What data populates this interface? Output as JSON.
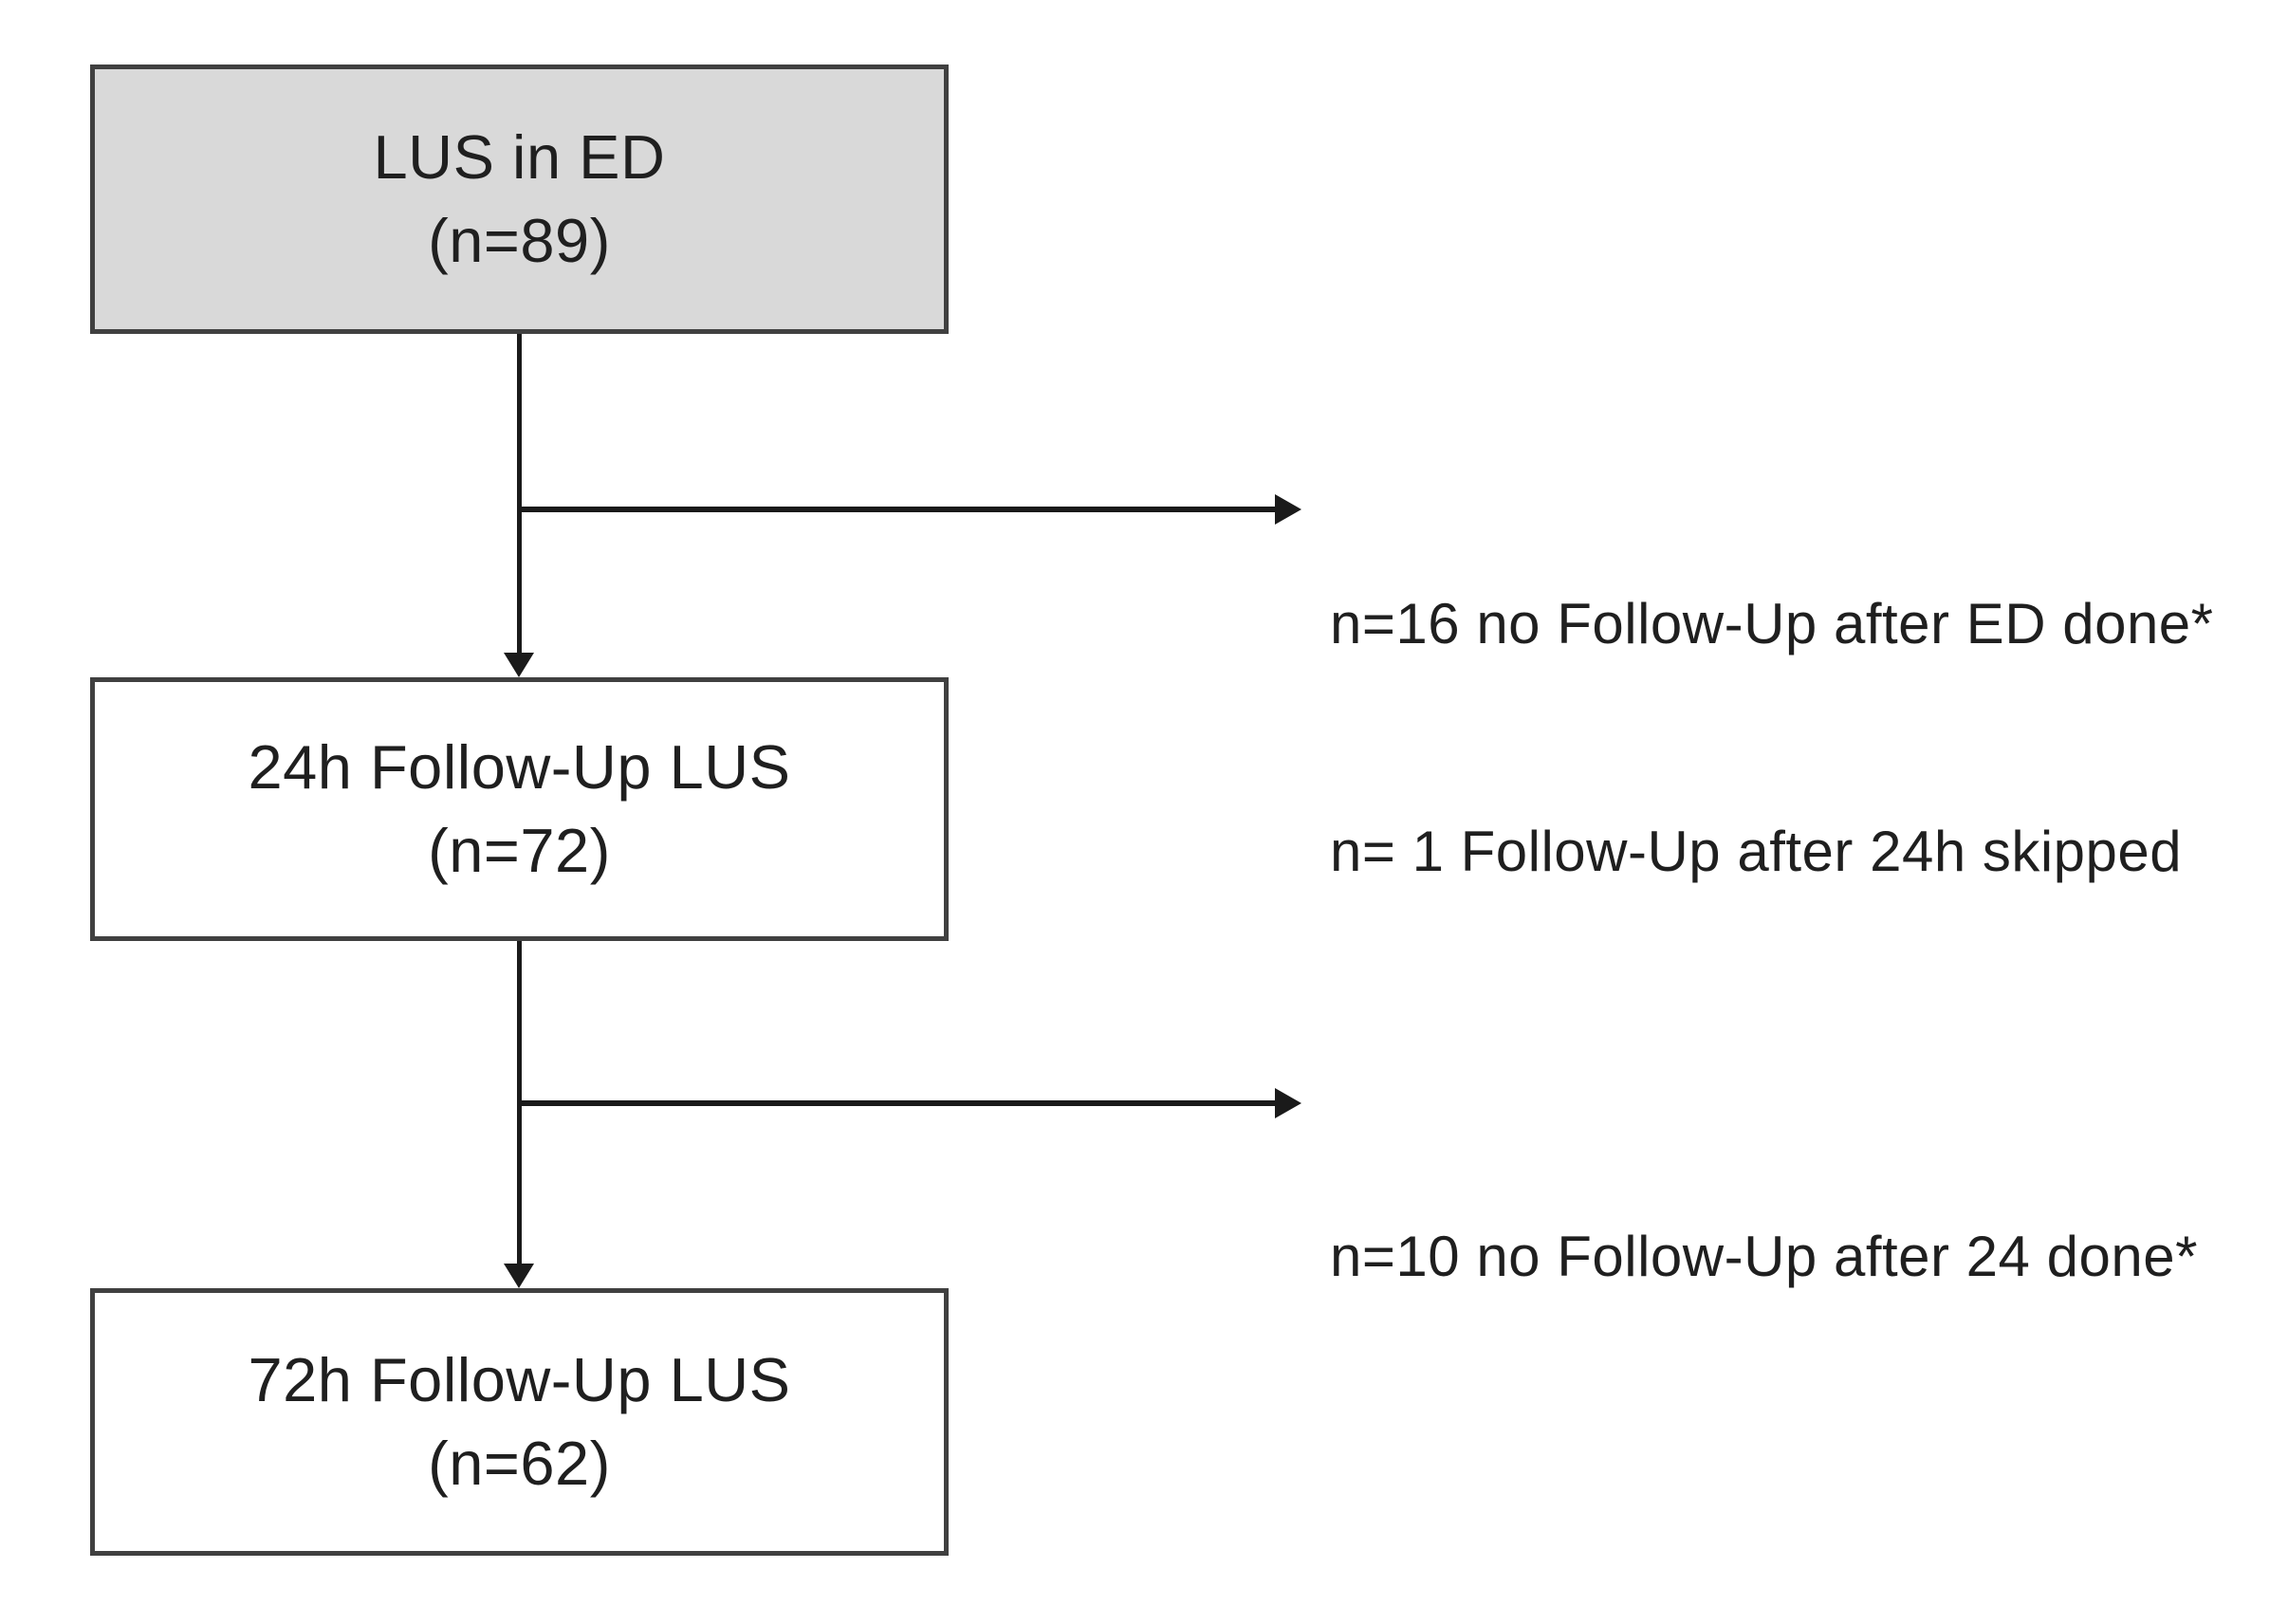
{
  "diagram": {
    "type": "flowchart",
    "colors": {
      "box_border": "#404040",
      "box_fill_highlight": "#d9d9d9",
      "box_fill": "#ffffff",
      "line": "#1a1a1a",
      "text": "#1f1f1f",
      "background": "#ffffff"
    },
    "nodes": [
      {
        "id": "lus-in-ed",
        "title": "LUS in ED",
        "count": "(n=89)",
        "fill": "gray"
      },
      {
        "id": "followup-24h-lus",
        "title": "24h Follow-Up LUS",
        "count": "(n=72)",
        "fill": "white"
      },
      {
        "id": "followup-72h-lus",
        "title": "72h Follow-Up LUS",
        "count": "(n=62)",
        "fill": "white"
      }
    ],
    "exclusions": [
      {
        "lines": [
          "n=16 no Follow-Up after ED done*",
          "n= 1 Follow-Up after 24h skipped"
        ]
      },
      {
        "lines": [
          "n=10 no Follow-Up after 24 done*"
        ]
      }
    ],
    "edges": [
      {
        "from": "lus-in-ed",
        "to": "followup-24h-lus",
        "branch_note": 0
      },
      {
        "from": "followup-24h-lus",
        "to": "followup-72h-lus",
        "branch_note": 1
      }
    ]
  }
}
